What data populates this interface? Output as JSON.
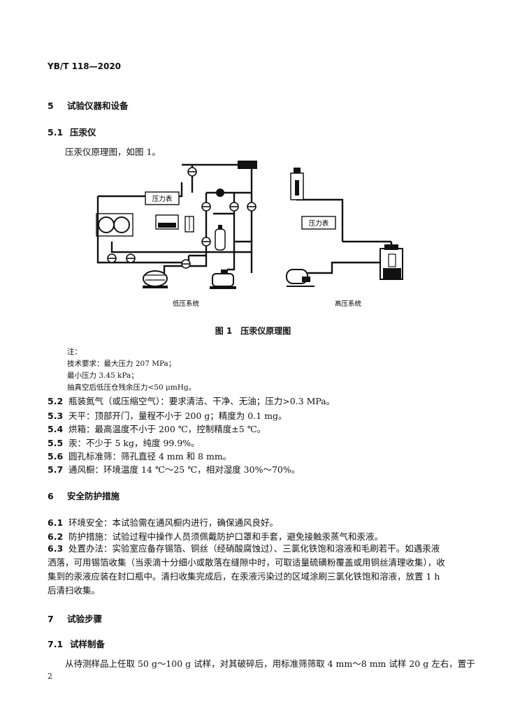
{
  "header": {
    "code": "YB/T 118—2020"
  },
  "sec5": {
    "num": "5",
    "title": "试验仪器和设备"
  },
  "s51": {
    "num": "5.1",
    "title": "压汞仪",
    "text": "压汞仪原理图，如图 1。"
  },
  "figure": {
    "label_pressure_gauge_low": "压力表",
    "label_pressure_gauge_high": "压力表",
    "label_low": "低压系统",
    "label_high": "高压系统",
    "caption": "图 1　压汞仪原理图"
  },
  "notes": {
    "head": "注：",
    "l1": "技术要求：最大压力 207 MPa；",
    "l2": "最小压力 3.45 kPa；",
    "l3": "抽真空后低压仓残余压力<50 μmHg。"
  },
  "items5": [
    {
      "num": "5.2",
      "text": "瓶装氮气（或压缩空气）：要求清洁、干净、无油；压力>0.3 MPa。"
    },
    {
      "num": "5.3",
      "text": "天平：顶部开门，量程不小于 200 g；精度为 0.1 mg。"
    },
    {
      "num": "5.4",
      "text": "烘箱：最高温度不小于 200 ℃，控制精度±5 ℃。"
    },
    {
      "num": "5.5",
      "text": "汞：不少于 5 kg，纯度 99.9%。"
    },
    {
      "num": "5.6",
      "text": "圆孔标准筛：筛孔直径 4 mm 和 8 mm。"
    },
    {
      "num": "5.7",
      "text": "通风橱：环境温度 14 ℃～25 ℃，相对湿度 30%～70%。"
    }
  ],
  "sec6": {
    "num": "6",
    "title": "安全防护措施"
  },
  "items6": [
    {
      "num": "6.1",
      "text": "环境安全：本试验需在通风橱内进行，确保通风良好。"
    },
    {
      "num": "6.2",
      "text": "防护措施：试验过程中操作人员须佩戴防护口罩和手套，避免接触汞蒸气和汞液。"
    }
  ],
  "s63": {
    "num": "6.3",
    "text": "处置办法：实验室应备存锡箔、铜丝（经硝酸腐蚀过）、三氯化铁饱和溶液和毛刷若干。如遇汞液洒落，可用锡箔收集（当汞滴十分细小或散落在缝隙中时，可取适量硫磺粉覆盖或用铜丝清理收集），收集到的汞液应装在封口瓶中。清扫收集完成后，在汞液污染过的区域涂刷三氯化铁饱和溶液，放置 1 h 后清扫收集。"
  },
  "sec7": {
    "num": "7",
    "title": "试验步骤"
  },
  "s71": {
    "num": "7.1",
    "title": "试样制备",
    "text": "从待测样品上任取 50 g～100 g 试样，对其破碎后，用标准筛筛取 4 mm～8 mm 试样 20 g 左右，置于"
  },
  "footer": {
    "page": "2"
  }
}
